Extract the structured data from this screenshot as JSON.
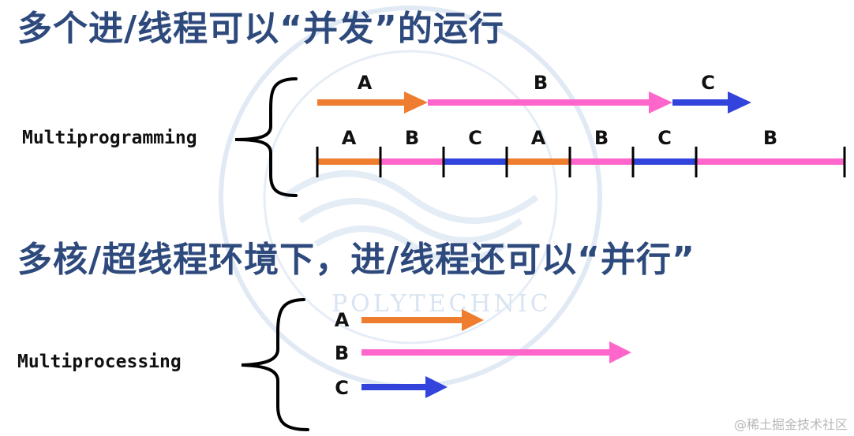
{
  "heading_concurrent": "多个进/线程可以“并发”的运行",
  "heading_parallel": "多核/超线程环境下，进/线程还可以“并行”",
  "multiprogramming": {
    "label": "Multiprogramming",
    "top_arrows": [
      {
        "name": "A",
        "color": "#ee7d30"
      },
      {
        "name": "B",
        "color": "#ff66cc"
      },
      {
        "name": "C",
        "color": "#3344dd"
      }
    ],
    "timeline": [
      "A",
      "B",
      "C",
      "A",
      "B",
      "C",
      "B"
    ]
  },
  "multiprocessing": {
    "label": "Multiprocessing",
    "arrows": [
      {
        "name": "A",
        "color": "#ee7d30"
      },
      {
        "name": "B",
        "color": "#ff66cc"
      },
      {
        "name": "C",
        "color": "#3344dd"
      }
    ]
  },
  "colors": {
    "A": "#ee7d30",
    "B": "#ff66cc",
    "C": "#3344dd",
    "heading": "#2e4a7d"
  },
  "watermark_text": "@稀土掘金技术社区",
  "seal_text": "POLYTECHNIC"
}
